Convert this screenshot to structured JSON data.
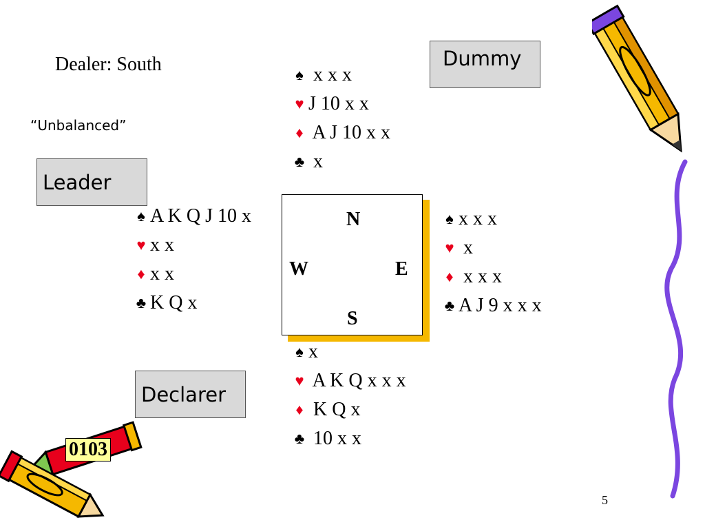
{
  "slide": {
    "dealer": "Dealer: South",
    "note": "“Unbalanced”",
    "labels": {
      "dummy": "Dummy",
      "leader": "Leader",
      "declarer": "Declarer"
    },
    "tag": "0103",
    "page_number": "5"
  },
  "compass": {
    "n": "N",
    "e": "E",
    "s": "S",
    "w": "W"
  },
  "hands": {
    "north": {
      "spades": "x x x",
      "hearts": "J 10 x x",
      "diamonds": "A J 10 x x",
      "clubs": "x"
    },
    "west": {
      "spades": "A K Q J 10 x",
      "hearts": "x x",
      "diamonds": "x x",
      "clubs": "K Q x"
    },
    "east": {
      "spades": "x x x",
      "hearts": "x",
      "diamonds": "x x x",
      "clubs": "A J 9 x x x"
    },
    "south": {
      "spades": "x",
      "hearts": "A K Q x x x",
      "diamonds": "K Q x",
      "clubs": "10 x x"
    }
  },
  "suit_symbols": {
    "spades": "♠",
    "hearts": "♥",
    "diamonds": "♦",
    "clubs": "♣"
  },
  "colors": {
    "red_suit": "#e8001c",
    "compass_shadow": "#f5b800",
    "tag_fill": "#ffff99",
    "label_fill": "#d9d9d9",
    "pencil_stripe": "#7b46e0"
  }
}
